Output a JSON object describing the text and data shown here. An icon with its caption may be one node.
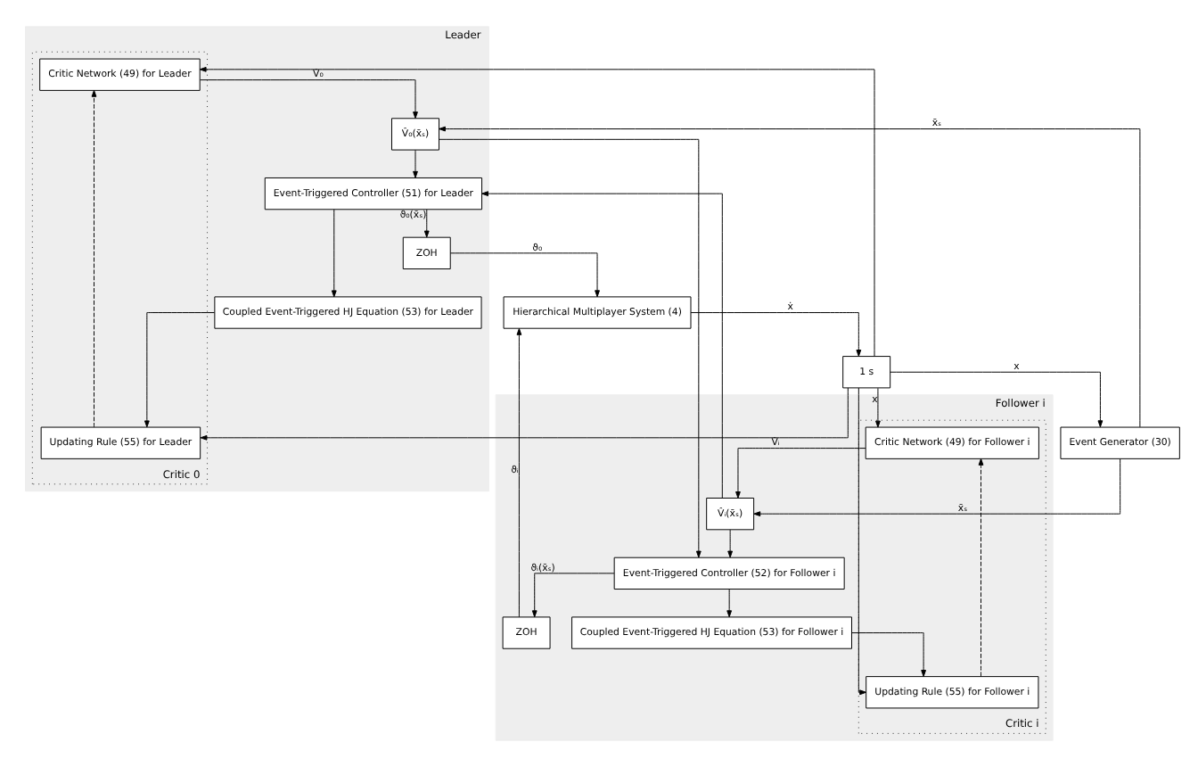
{
  "diagram": {
    "nodes": [
      {
        "text": [
          "Leader"
        ]
      },
      {
        "text": [
          "Critic 0"
        ],
        "in": 0
      },
      {
        "text": [
          "Critic Network (49) for Leader"
        ],
        "in": 1
      },
      {
        "text": [
          "Updating Rule (55) for Leader"
        ],
        "in": 1
      },
      {
        "text": [
          "V̂₀(x̄ₛ)"
        ],
        "in": 0
      },
      {
        "text": [
          "Event-Triggered Controller (51) for Leader"
        ],
        "in": 0
      },
      {
        "text": [
          "ZOH"
        ],
        "in": 0
      },
      {
        "text": [
          "Coupled Event-Triggered HJ Equation (53) for Leader"
        ],
        "in": 0
      },
      {
        "text": [
          "Follower i"
        ]
      },
      {
        "text": [
          "Critic i"
        ],
        "in": 8
      },
      {
        "text": [
          "Critic Network (49) for Follower i"
        ],
        "in": 9
      },
      {
        "text": [
          "Updating Rule (55) for Follower i"
        ],
        "in": 9
      },
      {
        "text": [
          "V̂ᵢ(x̄ₛ)"
        ],
        "in": 8
      },
      {
        "text": [
          "Event-Triggered Controller (52) for Follower i"
        ],
        "in": 8
      },
      {
        "text": [
          "ZOH"
        ],
        "in": 8
      },
      {
        "text": [
          "Coupled Event-Triggered HJ Equation (53) for Follower i"
        ],
        "in": 8
      },
      {
        "text": [
          "Event Generator (30)"
        ]
      },
      {
        "text": [
          "Hierarchical Multiplayer System (4)"
        ]
      },
      {
        "text": [
          "1 s"
        ]
      }
    ],
    "edges": [
      {
        "from": 18,
        "to": 16,
        "arrow": "to",
        "label": "x"
      },
      {
        "from": 18,
        "to": 2,
        "arrow": "to"
      },
      {
        "from": 18,
        "to": 3,
        "arrow": "to"
      },
      {
        "from": 18,
        "to": 10,
        "arrow": "to",
        "label": "x"
      },
      {
        "from": 18,
        "to": 11,
        "arrow": "to"
      },
      {
        "from": 16,
        "to": 4,
        "arrow": "to",
        "label": "x̄ₛ"
      },
      {
        "from": 16,
        "to": 12,
        "arrow": "to",
        "label": "x̄ₛ"
      },
      {
        "from": 2,
        "to": 4,
        "arrow": "to",
        "label": "V̂₀"
      },
      {
        "from": 10,
        "to": 12,
        "arrow": "to",
        "label": "V̂ᵢ"
      },
      {
        "from": 3,
        "to": 2,
        "arrow": "to",
        "style": "dashed"
      },
      {
        "from": 11,
        "to": 10,
        "arrow": "to",
        "style": "dashed"
      },
      {
        "from": 4,
        "to": 5,
        "arrow": "to"
      },
      {
        "from": 4,
        "to": 13,
        "arrow": "to"
      },
      {
        "from": 12,
        "to": 5,
        "arrow": "to"
      },
      {
        "from": 12,
        "to": 13,
        "arrow": "to"
      },
      {
        "from": 5,
        "to": 6,
        "arrow": "to",
        "label": "ϑ₀(x̄ₛ)"
      },
      {
        "from": 5,
        "to": 7,
        "arrow": "to"
      },
      {
        "from": 13,
        "to": 14,
        "arrow": "to",
        "label": "ϑᵢ(x̄ₛ)"
      },
      {
        "from": 13,
        "to": 15,
        "arrow": "to"
      },
      {
        "from": 7,
        "to": 3,
        "arrow": "to"
      },
      {
        "from": 15,
        "to": 11,
        "arrow": "to"
      },
      {
        "from": 6,
        "to": 17,
        "arrow": "to",
        "label": "ϑ₀"
      },
      {
        "from": 14,
        "to": 17,
        "arrow": "to",
        "label": "ϑᵢ"
      },
      {
        "from": 17,
        "to": 18,
        "arrow": "to",
        "label": "ẋ"
      }
    ]
  }
}
